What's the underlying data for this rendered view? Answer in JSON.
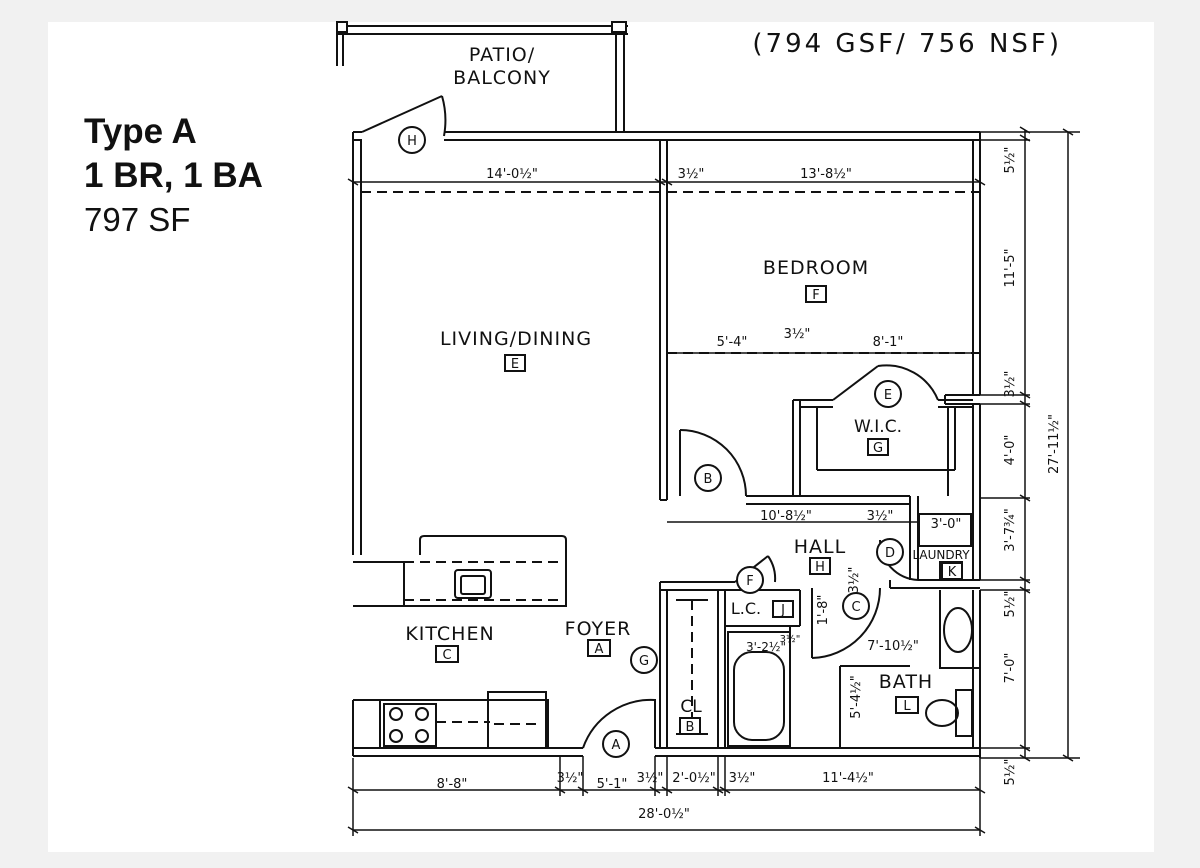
{
  "header": {
    "type_title": "Type A",
    "configuration": "1 BR, 1 BA",
    "square_feet": "797 SF",
    "area_note": "(794 GSF/ 756 NSF)"
  },
  "rooms": {
    "patio": {
      "line1": "PATIO/",
      "line2": "BALCONY"
    },
    "living_dining": {
      "name": "LIVING/DINING",
      "tag": "E"
    },
    "bedroom": {
      "name": "BEDROOM",
      "tag": "F"
    },
    "wic": {
      "name": "W.I.C.",
      "tag": "G"
    },
    "hall": {
      "name": "HALL",
      "tag": "H"
    },
    "laundry": {
      "name": "LAUNDRY",
      "tag": "K"
    },
    "kitchen": {
      "name": "KITCHEN",
      "tag": "C"
    },
    "foyer": {
      "name": "FOYER",
      "tag": "A"
    },
    "lc": {
      "name": "L.C.",
      "tag": "J"
    },
    "closet": {
      "name": "CL",
      "tag": "B"
    },
    "bath": {
      "name": "BATH",
      "tag": "L"
    }
  },
  "door_tags": {
    "patio_door": "H",
    "bedroom_door": "B",
    "wic_door": "E",
    "laundry_door": "D",
    "lc_door": "F",
    "bath_door": "C",
    "foyer_door": "G",
    "entry_door": "A"
  },
  "dimensions": {
    "living_width": "14'-0½\"",
    "wall_top": "3½\"",
    "bedroom_width": "13'-8½\"",
    "bedroom_left": "5'-4\"",
    "bedroom_mid": "3½\"",
    "bedroom_right": "8'-1\"",
    "hall_width": "10'-8½\"",
    "hall_wall": "3½\"",
    "laundry_width": "3'-0\"",
    "lc_depth": "1'-8\"",
    "lc_wall": "3½\"",
    "tub_width": "3'-2½\"",
    "tub_wall": "3½\"",
    "bath_width": "7'-10½\"",
    "bath_depth": "5'-4½\"",
    "bottom_kitchen": "8'-8\"",
    "bottom_wall1": "3½\"",
    "bottom_foyer": "5'-1\"",
    "bottom_wall2": "3½\"",
    "bottom_closet": "2'-0½\"",
    "bottom_wall3": "3½\"",
    "bottom_bath": "11'-4½\"",
    "overall_width": "28'-0½\"",
    "right_top_wall": "5½\"",
    "right_bedroom": "11'-5\"",
    "right_wall2": "3½\"",
    "right_wic": "4'-0\"",
    "right_laundry": "3'-7¾\"",
    "right_wall3": "5½\"",
    "right_bath": "7'-0\"",
    "right_bottom_wall": "5½\"",
    "overall_depth": "27'-11½\""
  }
}
